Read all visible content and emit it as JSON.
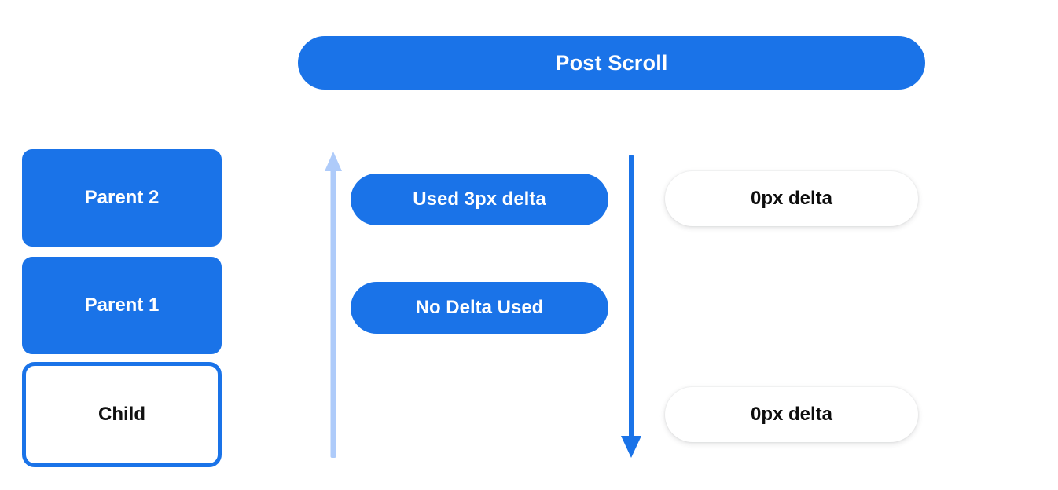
{
  "header": {
    "title": "Post Scroll"
  },
  "colors": {
    "primary_blue": "#1a73e8",
    "light_blue": "#aecbfa",
    "white": "#ffffff",
    "text_dark": "#0d0d0d"
  },
  "node_stack": {
    "items": [
      {
        "label": "Parent 2",
        "style": "filled"
      },
      {
        "label": "Parent 1",
        "style": "filled"
      },
      {
        "label": "Child",
        "style": "outlined"
      }
    ]
  },
  "arrows": {
    "up": {
      "name": "scroll-up-arrow",
      "direction": "up",
      "color": "#aecbfa"
    },
    "down": {
      "name": "scroll-down-arrow",
      "direction": "down",
      "color": "#1a73e8"
    }
  },
  "delta_pills": [
    {
      "label": "Used 3px delta"
    },
    {
      "label": "No Delta Used"
    }
  ],
  "result_pills": [
    {
      "label": "0px delta"
    },
    {
      "label": "0px delta"
    }
  ]
}
